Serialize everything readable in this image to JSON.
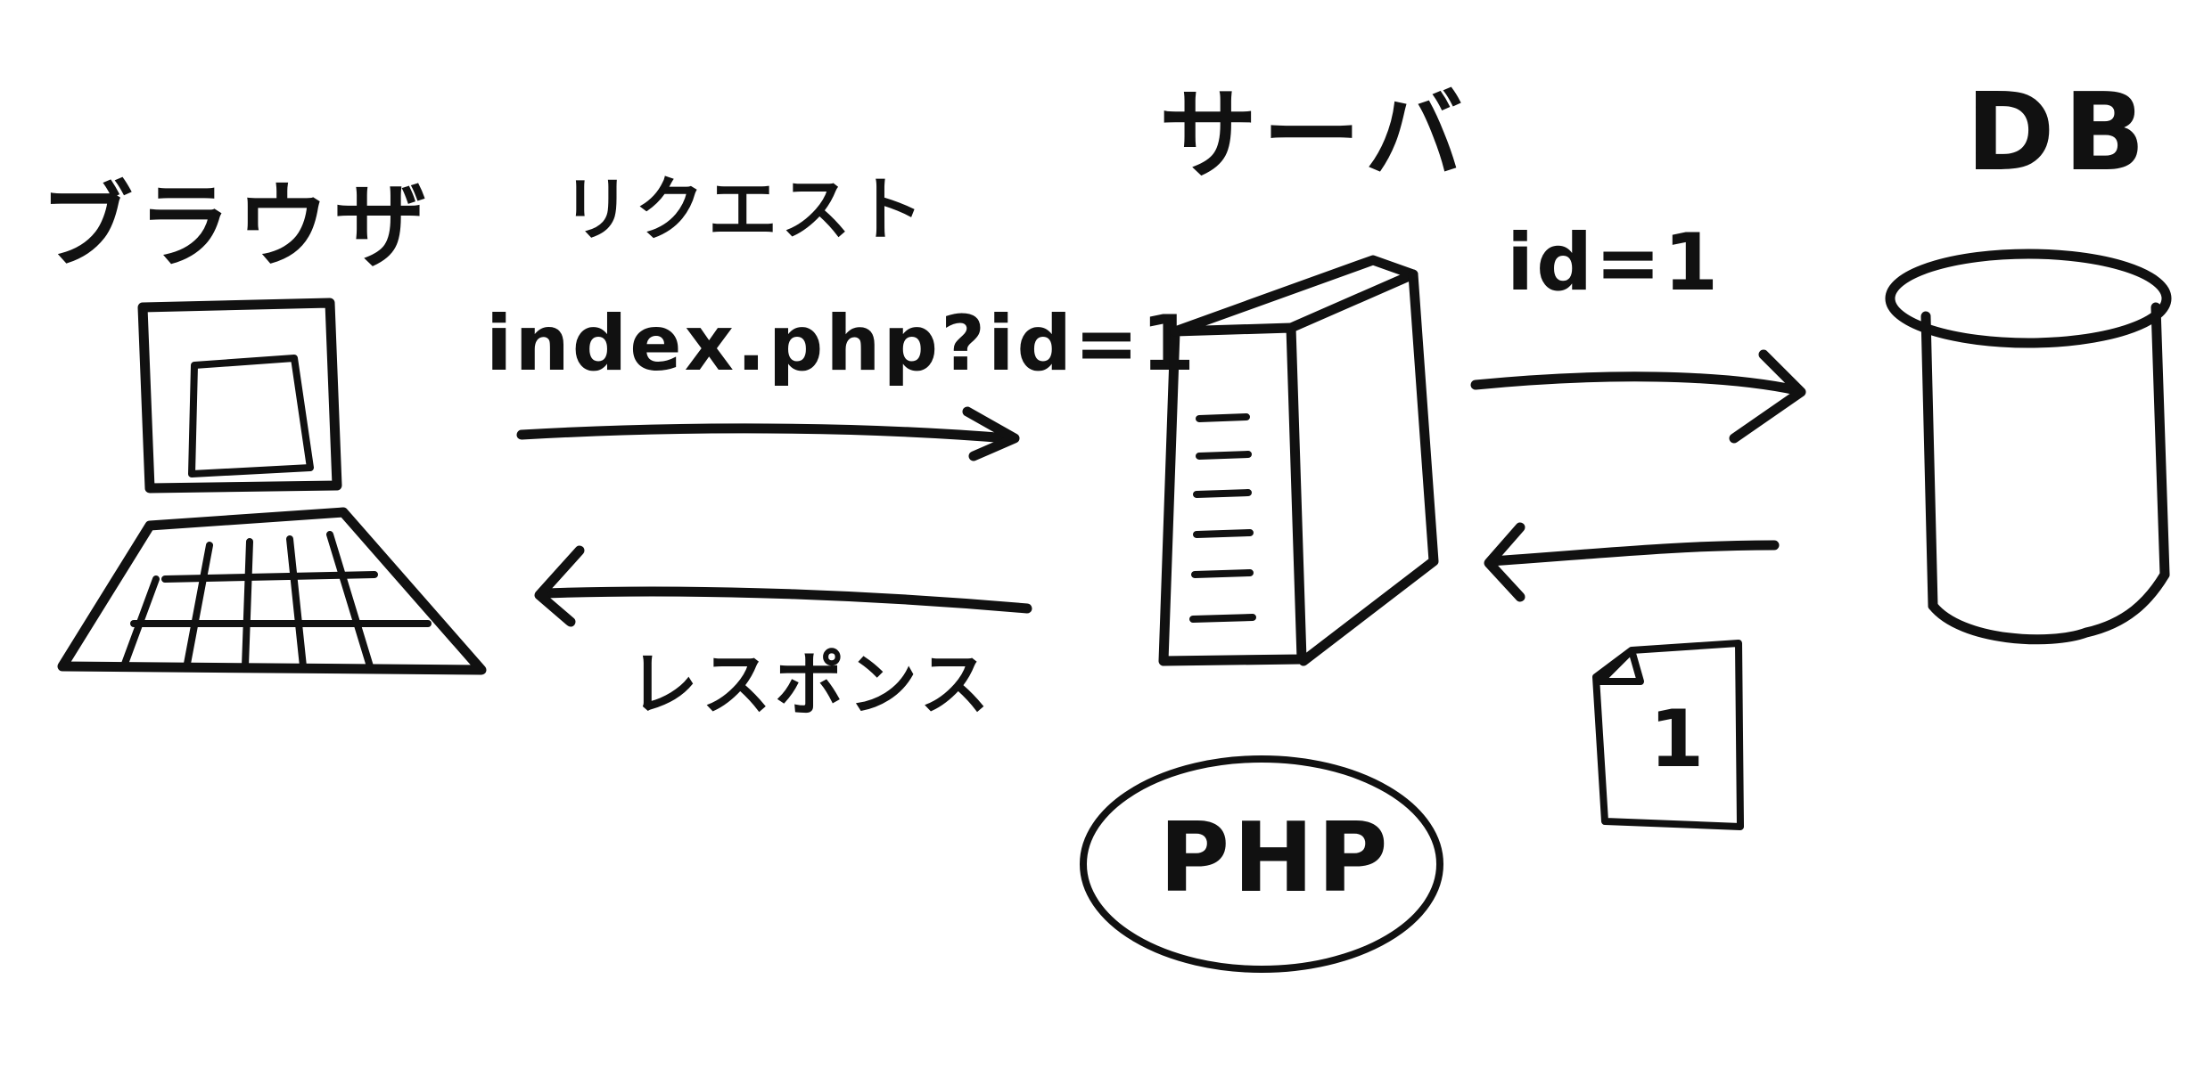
{
  "nodes": {
    "browser": {
      "label": "ブラウザ"
    },
    "server": {
      "label": "サーバ"
    },
    "db": {
      "label": "DB"
    },
    "php": {
      "label": "PHP"
    }
  },
  "arrows": {
    "request": {
      "label": "リクエスト",
      "url": "index.php?id=1"
    },
    "response": {
      "label": "レスポンス"
    },
    "query": {
      "label": "id=1"
    }
  },
  "record": {
    "value": "1"
  },
  "colors": {
    "ink": "#111111",
    "paper": "#ffffff"
  }
}
